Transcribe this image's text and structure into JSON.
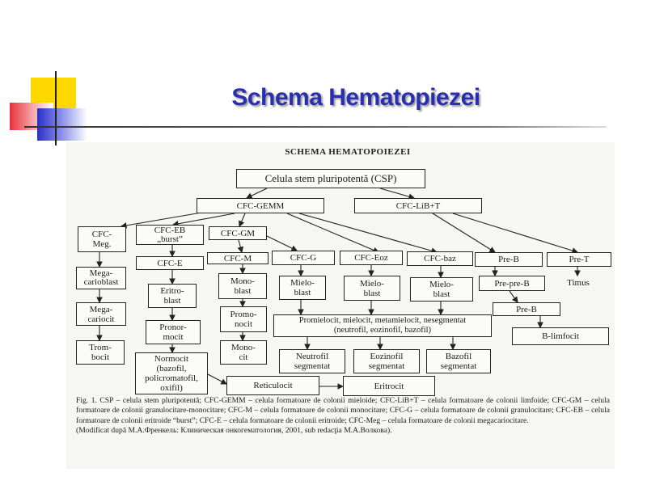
{
  "slide": {
    "title": "Schema Hematopiezei"
  },
  "figure": {
    "heading": "SCHEMA HEMATOPOIEZEI",
    "nodes": {
      "csp": "Celula stem pluripotentă (CSP)",
      "cfc_gemm": "CFC-GEMM",
      "cfc_lib_t": "CFC-LiB+T",
      "cfc_meg": "CFC-\nMeg.",
      "cfc_eb": "CFC-EB\n„burst”",
      "cfc_gm": "CFC-GM",
      "cfc_e": "CFC-E",
      "cfc_m": "CFC-M",
      "cfc_g": "CFC-G",
      "cfc_eoz": "CFC-Eoz",
      "cfc_baz": "CFC-baz",
      "pre_b": "Pre-B",
      "pre_t": "Pre-T",
      "timus": "Timus",
      "megacarioblast": "Mega-\ncarioblast",
      "eritroblast": "Eritro-\nblast",
      "monoblast": "Mono-\nblast",
      "mieloblast_g": "Mielo-\nblast",
      "mieloblast_eoz": "Mielo-\nblast",
      "mieloblast_baz": "Mielo-\nblast",
      "pre_pre_b": "Pre-pre-B",
      "megacariocit": "Mega-\ncariocit",
      "pronormocit": "Pronor-\nmocit",
      "promonocit": "Promo-\nnocit",
      "promielocit": "Promielocit, mielocit, metamielocit, nesegmentat\n(neutrofil, eozinofil, bazofil)",
      "pre_b_2": "Pre-B",
      "b_limfocit": "B-limfocit",
      "trombocit": "Trom-\nbocit",
      "normocit": "Normocit\n(bazofil,\npolicromatofil,\noxifil)",
      "monocit": "Mono-\ncit",
      "neutrofil": "Neutrofil\nsegmentat",
      "eozinofil": "Eozinofil\nsegmentat",
      "bazofil": "Bazofil\nsegmentat",
      "reticulocit": "Reticulocit",
      "eritrocit": "Eritrocit"
    },
    "caption": "Fig. 1. CSP – celula stem pluripotentă; CFC-GEMM – celula formatoare de colonii mieloide; CFC-LiB+T – celula formatoare de colonii limfoide; CFC-GM – celula formatoare de colonii granulocitare-monocitare; CFC-M – celula formatoare de colonii monocitare; CFC-G – celula formatoare de colonii granulocitare; CFC-EB – celula formatoare de colonii eritroide “burst”; CFC-E – celula formatoare de colonii eritroide; CFC-Meg – celula formatoare de colonii megacariocitare.\n(Modificat după M.A.Френкель: Клиническая онкогематология, 2001, sub redacţia M.A.Волкова)."
  },
  "colors": {
    "title": "#2a2fb0",
    "deco_yellow": "#ffd800",
    "deco_red": "#e8303a",
    "deco_blue": "#2b2fc9"
  }
}
